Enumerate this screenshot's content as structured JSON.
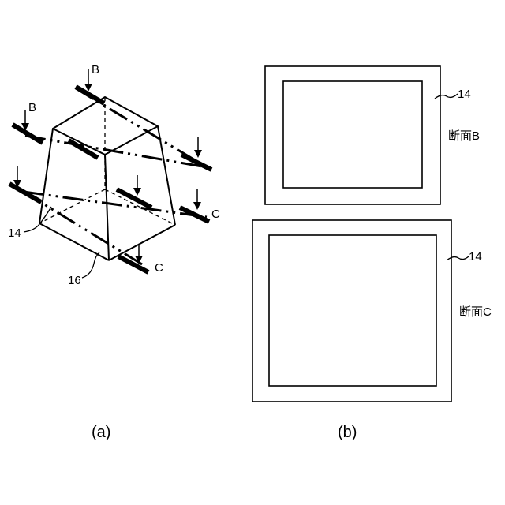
{
  "figure_a": {
    "caption": "(a)",
    "section_b_markers": [
      "B",
      "B"
    ],
    "section_c_markers": [
      "C",
      "C"
    ],
    "ref_wall": "14",
    "ref_bottom": "16"
  },
  "figure_b": {
    "caption": "(b)",
    "section_b": {
      "ref": "14",
      "label": "断面B"
    },
    "section_c": {
      "ref": "14",
      "label": "断面C"
    }
  }
}
